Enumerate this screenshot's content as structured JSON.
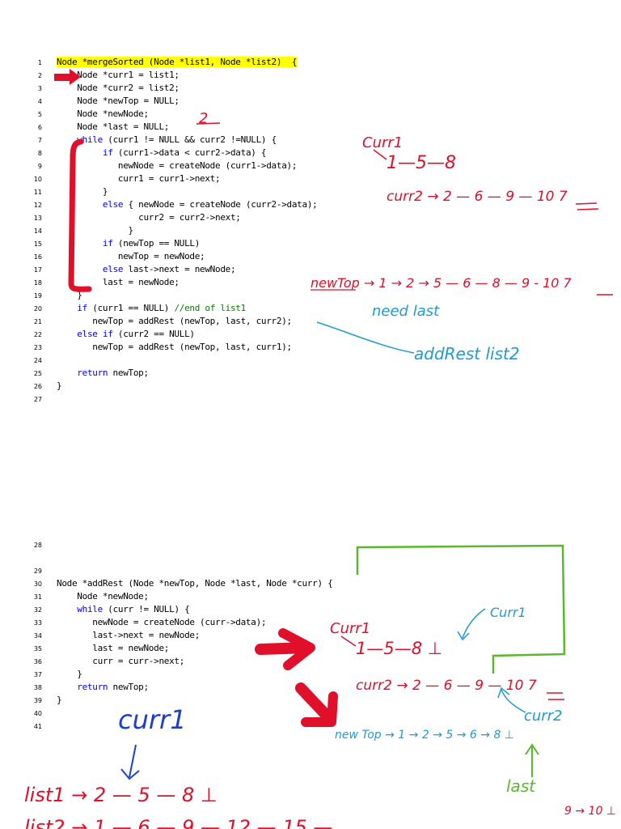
{
  "block1": {
    "lines": [
      {
        "n": "1",
        "parts": [
          {
            "t": "Node *mergeSorted (Node *list1, Node *list2)  {",
            "c": "hl"
          }
        ]
      },
      {
        "n": "2",
        "parts": [
          {
            "t": "    Node *curr1 = list1;"
          }
        ]
      },
      {
        "n": "3",
        "parts": [
          {
            "t": "    Node *curr2 = list2;"
          }
        ]
      },
      {
        "n": "4",
        "parts": [
          {
            "t": "    Node *newTop = NULL;"
          }
        ]
      },
      {
        "n": "5",
        "parts": [
          {
            "t": "    Node *newNode;"
          }
        ]
      },
      {
        "n": "6",
        "parts": [
          {
            "t": "    Node *last = NULL;"
          }
        ]
      },
      {
        "n": "7",
        "parts": [
          {
            "t": "    "
          },
          {
            "t": "while",
            "c": "kw"
          },
          {
            "t": " (curr1 != NULL && curr2 !=NULL) {"
          }
        ]
      },
      {
        "n": "8",
        "parts": [
          {
            "t": "         "
          },
          {
            "t": "if",
            "c": "kw"
          },
          {
            "t": " (curr1->data < curr2->data) {"
          }
        ]
      },
      {
        "n": "9",
        "parts": [
          {
            "t": "            newNode = createNode (curr1->data);"
          }
        ]
      },
      {
        "n": "10",
        "parts": [
          {
            "t": "            curr1 = curr1->next;"
          }
        ]
      },
      {
        "n": "11",
        "parts": [
          {
            "t": "         }"
          }
        ]
      },
      {
        "n": "12",
        "parts": [
          {
            "t": "         "
          },
          {
            "t": "else",
            "c": "kw"
          },
          {
            "t": " { newNode = createNode (curr2->data);"
          }
        ]
      },
      {
        "n": "13",
        "parts": [
          {
            "t": "                curr2 = curr2->next;"
          }
        ]
      },
      {
        "n": "14",
        "parts": [
          {
            "t": "              }"
          }
        ]
      },
      {
        "n": "15",
        "parts": [
          {
            "t": "         "
          },
          {
            "t": "if",
            "c": "kw"
          },
          {
            "t": " (newTop == NULL)"
          }
        ]
      },
      {
        "n": "16",
        "parts": [
          {
            "t": "            newTop = newNode;"
          }
        ]
      },
      {
        "n": "17",
        "parts": [
          {
            "t": "         "
          },
          {
            "t": "else",
            "c": "kw"
          },
          {
            "t": " last->next = newNode;"
          }
        ]
      },
      {
        "n": "18",
        "parts": [
          {
            "t": "         last = newNode;"
          }
        ]
      },
      {
        "n": "19",
        "parts": [
          {
            "t": "    }"
          }
        ]
      },
      {
        "n": "20",
        "parts": [
          {
            "t": "    "
          },
          {
            "t": "if",
            "c": "kw"
          },
          {
            "t": " (curr1 == NULL) "
          },
          {
            "t": "//end of list1",
            "c": "cm"
          }
        ]
      },
      {
        "n": "21",
        "parts": [
          {
            "t": "       newTop = addRest (newTop, last, curr2);"
          }
        ]
      },
      {
        "n": "22",
        "parts": [
          {
            "t": "    "
          },
          {
            "t": "else if",
            "c": "kw"
          },
          {
            "t": " (curr2 == NULL)"
          }
        ]
      },
      {
        "n": "23",
        "parts": [
          {
            "t": "       newTop = addRest (newTop, last, curr1);"
          }
        ]
      },
      {
        "n": "24",
        "parts": [
          {
            "t": ""
          }
        ]
      },
      {
        "n": "25",
        "parts": [
          {
            "t": "    "
          },
          {
            "t": "return",
            "c": "kw"
          },
          {
            "t": " newTop;"
          }
        ]
      },
      {
        "n": "26",
        "parts": [
          {
            "t": "}"
          }
        ]
      },
      {
        "n": "27",
        "parts": [
          {
            "t": ""
          }
        ]
      }
    ]
  },
  "block2": {
    "lines": [
      {
        "n": "28",
        "parts": [
          {
            "t": ""
          }
        ]
      },
      {
        "n": "",
        "parts": [
          {
            "t": ""
          }
        ]
      },
      {
        "n": "29",
        "parts": [
          {
            "t": ""
          }
        ]
      },
      {
        "n": "30",
        "parts": [
          {
            "t": "Node *addRest (Node *newTop, Node *last, Node *curr) {"
          }
        ]
      },
      {
        "n": "31",
        "parts": [
          {
            "t": "    Node *newNode;"
          }
        ]
      },
      {
        "n": "32",
        "parts": [
          {
            "t": "    "
          },
          {
            "t": "while",
            "c": "kw"
          },
          {
            "t": " (curr != NULL) {"
          }
        ]
      },
      {
        "n": "33",
        "parts": [
          {
            "t": "       newNode = createNode (curr->data);"
          }
        ]
      },
      {
        "n": "34",
        "parts": [
          {
            "t": "       last->next = newNode;"
          }
        ]
      },
      {
        "n": "35",
        "parts": [
          {
            "t": "       last = newNode;"
          }
        ]
      },
      {
        "n": "36",
        "parts": [
          {
            "t": "       curr = curr->next;"
          }
        ]
      },
      {
        "n": "37",
        "parts": [
          {
            "t": "    }"
          }
        ]
      },
      {
        "n": "38",
        "parts": [
          {
            "t": "    "
          },
          {
            "t": "return",
            "c": "kw"
          },
          {
            "t": " newTop;"
          }
        ]
      },
      {
        "n": "39",
        "parts": [
          {
            "t": "}"
          }
        ]
      },
      {
        "n": "40",
        "parts": [
          {
            "t": ""
          }
        ]
      },
      {
        "n": "41",
        "parts": [
          {
            "t": ""
          }
        ]
      }
    ]
  },
  "annotations": {
    "five_mark": "2",
    "curr1_label": "Curr1",
    "list1_chain": "1—5—8",
    "list2_chain": "curr2 → 2 — 6 — 9 — 10 7",
    "newtop_chain": "newTop → 1 → 2 → 5 — 6 — 8 — 9 - 10 7",
    "need_last": "need last",
    "addrest_note": "addRest  list2",
    "b_curr1_blue": "Curr1",
    "b_curr1_red": "Curr1",
    "b_list1_chain": "1—5—8 ⊥",
    "b_list2_chain": "curr2 → 2 — 6 — 9 — 10 7",
    "b_curr2_blue": "curr2",
    "b_newtop_chain": "new Top → 1 → 2 → 5 → 6 → 8 ⊥",
    "b_last": "last",
    "big_curr1": "curr1",
    "bottom_list1": "list1 → 2 — 5 — 8 ⊥",
    "bottom_list2": "list2 → 1 — 6 — 9 — 12 — 15 —",
    "corner_note": "9 → 10 ⊥"
  },
  "colors": {
    "highlight": "#ffff00",
    "keyword": "#0000ff",
    "comment": "#008000",
    "red_ink": "#e0102a",
    "blue_ink": "#1e9ad6",
    "green_ink": "#5bb82c",
    "dark_blue_ink": "#1c3fd1"
  }
}
